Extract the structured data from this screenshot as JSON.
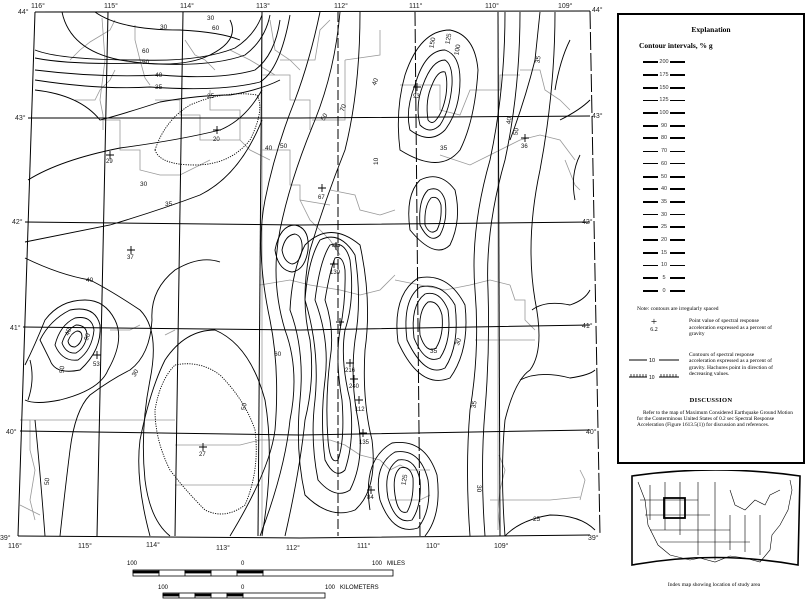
{
  "map": {
    "longitude_labels_top": [
      "116°",
      "115°",
      "114°",
      "113°",
      "112°",
      "111°",
      "110°",
      "109°"
    ],
    "longitude_labels_bottom": [
      "116°",
      "115°",
      "114°",
      "113°",
      "112°",
      "111°",
      "110°",
      "109°"
    ],
    "latitude_labels_left": [
      "44°",
      "43°",
      "42°",
      "41°",
      "40°",
      "39°"
    ],
    "latitude_labels_right": [
      "44°",
      "43°",
      "42°",
      "41°",
      "40°",
      "39°"
    ],
    "contour_labels": [
      "30",
      "60",
      "60",
      "50",
      "40",
      "35",
      "25",
      "30",
      "35",
      "40",
      "150",
      "125",
      "100",
      "35",
      "70",
      "40",
      "50",
      "40",
      "60",
      "30",
      "50",
      "35",
      "10",
      "50",
      "90",
      "35",
      "30",
      "25",
      "125",
      "70",
      "60",
      "40",
      "50",
      "70",
      "125",
      "100",
      "90",
      "125"
    ],
    "point_values": [
      {
        "value": "20"
      },
      {
        "value": "29"
      },
      {
        "value": "93"
      },
      {
        "value": "36"
      },
      {
        "value": "67"
      },
      {
        "value": "37"
      },
      {
        "value": "53"
      },
      {
        "value": "27"
      },
      {
        "value": "216"
      },
      {
        "value": "240"
      },
      {
        "value": "112"
      },
      {
        "value": "135"
      },
      {
        "value": "84"
      },
      {
        "value": "139"
      }
    ]
  },
  "scale_bars": {
    "miles": {
      "left": "100",
      "mid": "0",
      "right": "100",
      "unit": "MILES"
    },
    "kilometers": {
      "left": "100",
      "mid": "0",
      "right": "100",
      "unit": "KILOMETERS"
    }
  },
  "explanation": {
    "title": "Explanation",
    "subtitle": "Contour intervals, % g",
    "intervals": [
      {
        "value": "200",
        "weight": "bold"
      },
      {
        "value": "175",
        "weight": "bold"
      },
      {
        "value": "150",
        "weight": "bold"
      },
      {
        "value": "125",
        "weight": "thin"
      },
      {
        "value": "100",
        "weight": "bold"
      },
      {
        "value": "90",
        "weight": "bold"
      },
      {
        "value": "80",
        "weight": "bold"
      },
      {
        "value": "70",
        "weight": "thin"
      },
      {
        "value": "60",
        "weight": "thin"
      },
      {
        "value": "50",
        "weight": "bold"
      },
      {
        "value": "40",
        "weight": "bold"
      },
      {
        "value": "35",
        "weight": "bold"
      },
      {
        "value": "30",
        "weight": "thin"
      },
      {
        "value": "25",
        "weight": "bold"
      },
      {
        "value": "20",
        "weight": "bold"
      },
      {
        "value": "15",
        "weight": "bold"
      },
      {
        "value": "10",
        "weight": "thin"
      },
      {
        "value": "5",
        "weight": "bold"
      },
      {
        "value": "0",
        "weight": "bold"
      }
    ],
    "note": "Note:  contours are irregularly spaced",
    "point_symbol_value": "6.2",
    "point_symbol_text": "Point value of spectral response acceleration expressed as a percent of gravity",
    "contour_symbol_value": "10",
    "contour_symbol_text": "Contours of spectral response acceleration expressed as a percent of gravity.  Hachures point in direction of decreasing values.",
    "discussion_title": "DISCUSSION",
    "discussion_text": "Refer to the map of Maximum Considered Earthquake Ground Motion for the Conterminous United States of 0.2 sec Spectral Response Acceleration (Figure 1613.5(1)) for discussion and references."
  },
  "index_map": {
    "caption": "Index map showing location of study area"
  }
}
